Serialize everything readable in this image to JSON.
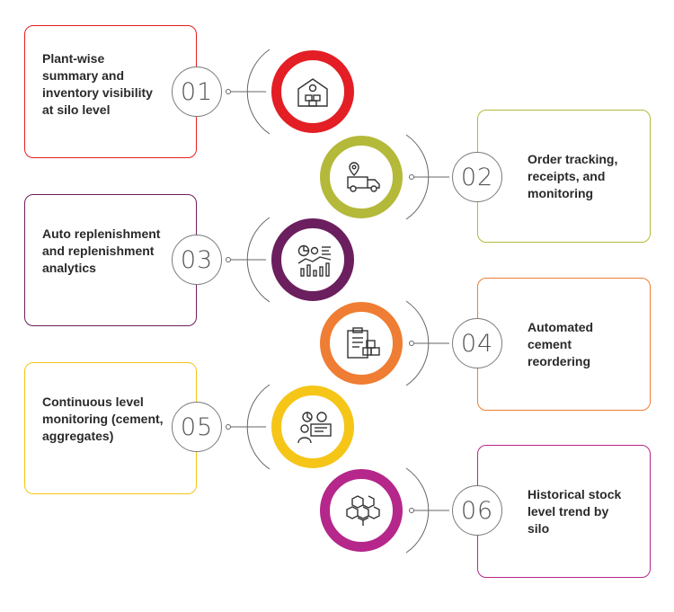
{
  "steps": [
    {
      "number": "01",
      "text": "Plant-wise summary and inventory visibility at silo level",
      "color": "#e31e24",
      "icon": "warehouse-icon"
    },
    {
      "number": "02",
      "text": "Order tracking, receipts, and monitoring",
      "color": "#b4b93a",
      "icon": "delivery-truck-icon"
    },
    {
      "number": "03",
      "text": "Auto replenishment and replenishment analytics",
      "color": "#6b1f5e",
      "icon": "analytics-icon"
    },
    {
      "number": "04",
      "text": "Automated cement reordering",
      "color": "#ef7d33",
      "icon": "clipboard-boxes-icon"
    },
    {
      "number": "05",
      "text": "Continuous level monitoring (cement, aggregates)",
      "color": "#f5c518",
      "icon": "monitoring-icon"
    },
    {
      "number": "06",
      "text": "Historical stock level trend by silo",
      "color": "#b5278a",
      "icon": "stacked-boxes-icon"
    }
  ]
}
